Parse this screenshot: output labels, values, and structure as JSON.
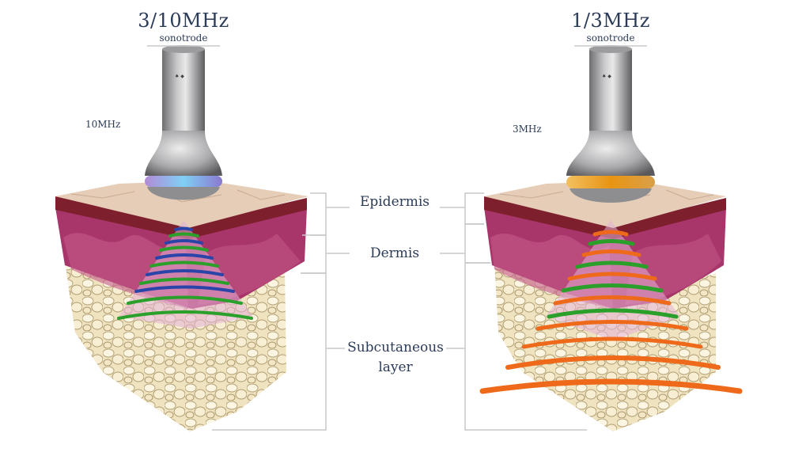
{
  "left_device": {
    "title": "3/10MHz",
    "subtitle": "sonotrode",
    "freq_label": "10MHz",
    "ring_color": "#6fb0e8"
  },
  "right_device": {
    "title": "1/3MHz",
    "subtitle": "sonotrode",
    "freq_label": "3MHz",
    "ring_color": "#e8a020"
  },
  "layers": {
    "epidermis": "Epidermis",
    "dermis": "Dermis",
    "subcutaneous_1": "Subcutaneous",
    "subcutaneous_2": "layer"
  },
  "colors": {
    "wave_blue": "#2a44a8",
    "wave_green": "#2aa02a",
    "wave_orange": "#ee6a1a",
    "dermis": "#a8366a",
    "epidermis": "#e6cdb8",
    "fat": "#efe3c0",
    "line": "#c8c8c8"
  }
}
